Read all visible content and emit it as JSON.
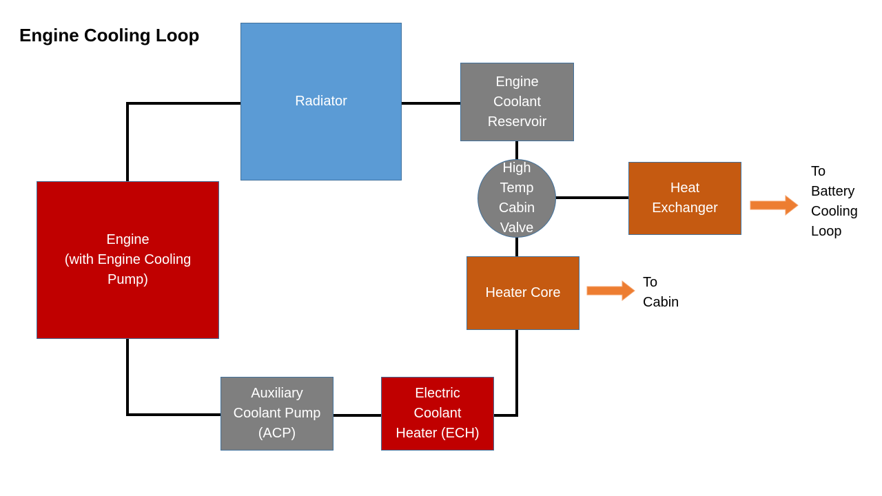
{
  "title": "Engine Cooling Loop",
  "colors": {
    "engine": "#c00000",
    "radiator": "#5b9bd5",
    "gray": "#7f7f7f",
    "orange": "#c55a11",
    "ech": "#c00000",
    "line": "#000000",
    "arrow": "#ed7d31"
  },
  "nodes": {
    "radiator": "Radiator",
    "reservoir": "Engine\nCoolant\nReservoir",
    "valve": "High\nTemp\nCabin\nValve",
    "heat_exchanger": "Heat\nExchanger",
    "engine": "Engine\n(with Engine Cooling\nPump)",
    "heater_core": "Heater Core",
    "acp": "Auxiliary\nCoolant Pump\n(ACP)",
    "ech": "Electric\nCoolant\nHeater (ECH)"
  },
  "outputs": {
    "battery": "To\nBattery\nCooling\nLoop",
    "cabin": "To\nCabin"
  }
}
